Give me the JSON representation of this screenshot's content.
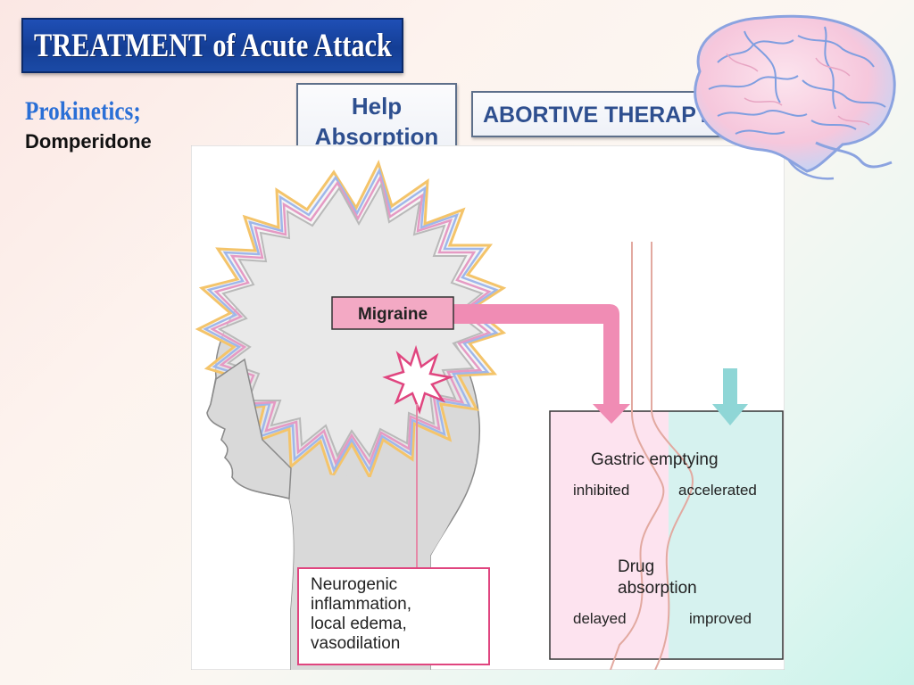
{
  "slide": {
    "title": "TREATMENT of Acute Attack",
    "prokinetics_label": "Prokinetics;",
    "prokinetics_drug": "Domperidone",
    "help_line1": "Help",
    "help_line2": "Absorption",
    "abortive_label": "ABORTIVE THERAPY"
  },
  "figure": {
    "migraine_label": "Migraine",
    "gastric_emptying": "Gastric emptying",
    "inhibited": "inhibited",
    "accelerated": "accelerated",
    "drug_absorption_line1": "Drug",
    "drug_absorption_line2": "absorption",
    "delayed": "delayed",
    "improved": "improved",
    "neuro_lines": [
      "Neurogenic",
      "inflammation,",
      "local edema,",
      "vasodilation"
    ]
  },
  "colors": {
    "title_bg": "#1a47a6",
    "prokinetics_blue": "#2a6fd6",
    "box_text": "#2e4f8f",
    "migraine_pink": "#f3a9c4",
    "arrow_pink": "#f08cb4",
    "arrow_teal": "#8fd6d6",
    "panel_pink": "#fde3ef",
    "panel_teal": "#d6f2ef"
  }
}
